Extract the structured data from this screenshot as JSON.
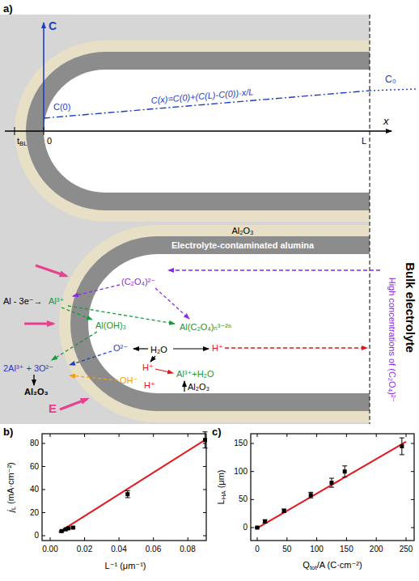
{
  "diagram": {
    "labels": [
      "a)",
      "C",
      "C(x)=C(0)+(C(L)-C(0))·x/L",
      "C(0)",
      "C₀",
      "t",
      "BL",
      "0",
      "x",
      "L",
      "Al₂O₃",
      "Electrolyte-contaminated alumina",
      "Bulk electrolyte",
      "High concentrations of (C₂O₄)²⁻",
      "Al - 3e⁻→",
      "Al³⁺",
      "(C₂O₄)²⁻",
      "Al(OH)₃",
      "Al(C₂O₄)ₙ³⁻²ⁿ",
      "2Al³⁺ + 3O²⁻",
      "Al₂O₃",
      "O²⁻",
      "H₂O",
      "H⁺",
      "H⁺",
      "OH⁻",
      "H⁺",
      "Al³⁺+H₂O",
      "Al₂O₃",
      "E",
      "b)",
      "j",
      "L",
      "(mA·cm⁻²)",
      "0",
      "20",
      "40",
      "60",
      "80",
      "0.00",
      "0.02",
      "0.04",
      "0.06",
      "0.08",
      "L⁻¹ (μm⁻¹)",
      "c)",
      "L",
      "HA",
      "(μm)",
      "0",
      "50",
      "100",
      "150",
      "0",
      "50",
      "100",
      "150",
      "200",
      "250",
      "Q",
      "tot",
      "/A (C·cm⁻²)"
    ]
  }
}
